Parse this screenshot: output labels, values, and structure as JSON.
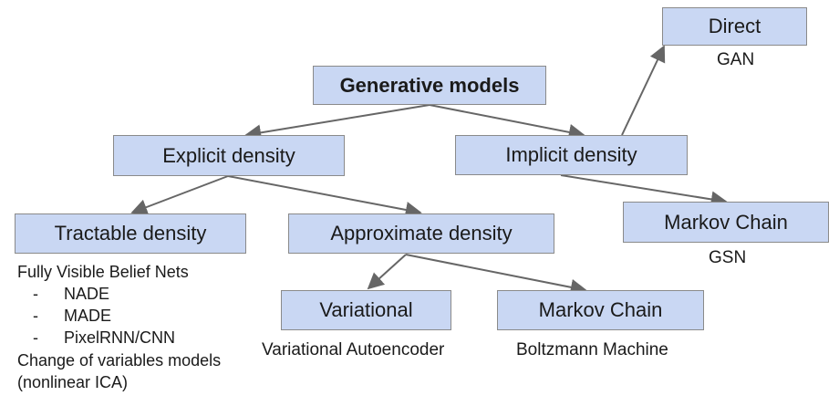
{
  "nodes": {
    "root": "Generative models",
    "explicit": "Explicit density",
    "implicit": "Implicit density",
    "direct": "Direct",
    "tractable": "Tractable density",
    "approximate": "Approximate density",
    "markov_implicit": "Markov Chain",
    "variational": "Variational",
    "markov_approx": "Markov Chain"
  },
  "labels": {
    "gan": "GAN",
    "gsn": "GSN",
    "vae": "Variational Autoencoder",
    "boltzmann": "Boltzmann Machine"
  },
  "tractable_list": {
    "heading": "Fully Visible Belief Nets",
    "items": [
      {
        "bullet": "-",
        "text": "NADE"
      },
      {
        "bullet": "-",
        "text": "MADE"
      },
      {
        "bullet": "-",
        "text": "PixelRNN/CNN"
      }
    ],
    "change_line1": "Change of variables models",
    "change_line2": "(nonlinear ICA)"
  },
  "colors": {
    "box_fill": "#c9d7f3",
    "box_border": "#8a8a8a",
    "arrow": "#666666"
  }
}
